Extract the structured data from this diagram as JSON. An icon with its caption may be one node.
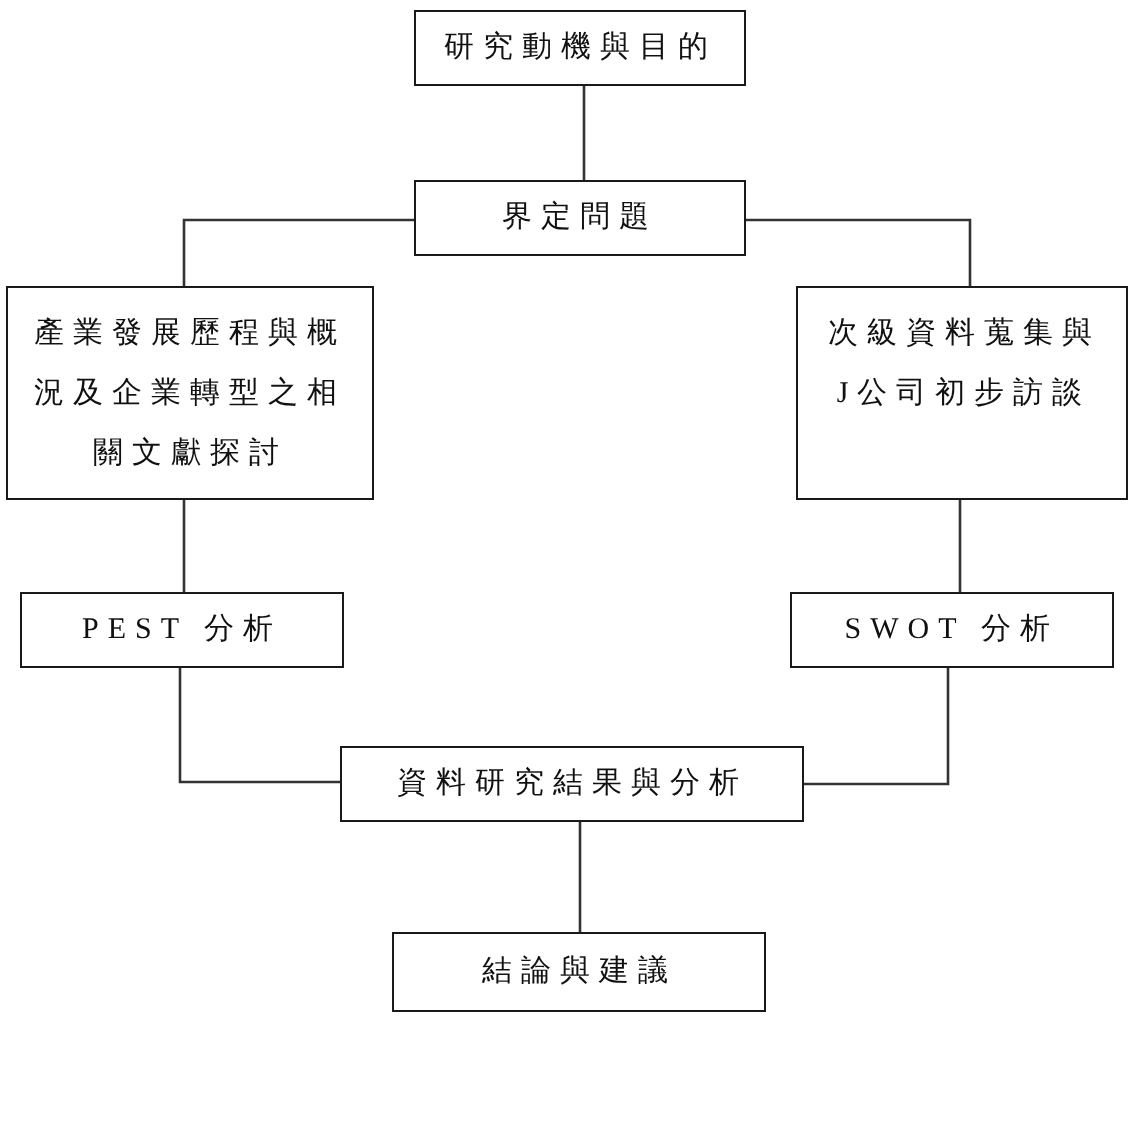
{
  "diagram": {
    "nodes": [
      {
        "text": [
          "研究動機與目的"
        ]
      },
      {
        "text": [
          "界定問題"
        ]
      },
      {
        "text": [
          "產業發展歷程與概況及企業轉型之相關文獻探討"
        ]
      },
      {
        "text": [
          "次級資料蒐集與J公司初步訪談"
        ]
      },
      {
        "text": [
          "PEST 分析"
        ]
      },
      {
        "text": [
          "SWOT 分析"
        ]
      },
      {
        "text": [
          "資料研究結果與分析"
        ]
      },
      {
        "text": [
          "結論與建議"
        ]
      }
    ],
    "edges": [
      {
        "from": 0,
        "to": 1,
        "arrow": "none"
      },
      {
        "from": 1,
        "to": 2,
        "arrow": "none"
      },
      {
        "from": 1,
        "to": 3,
        "arrow": "none"
      },
      {
        "from": 2,
        "to": 4,
        "arrow": "none"
      },
      {
        "from": 3,
        "to": 5,
        "arrow": "none"
      },
      {
        "from": 4,
        "to": 6,
        "arrow": "none"
      },
      {
        "from": 5,
        "to": 6,
        "arrow": "none"
      },
      {
        "from": 6,
        "to": 7,
        "arrow": "none"
      }
    ]
  }
}
